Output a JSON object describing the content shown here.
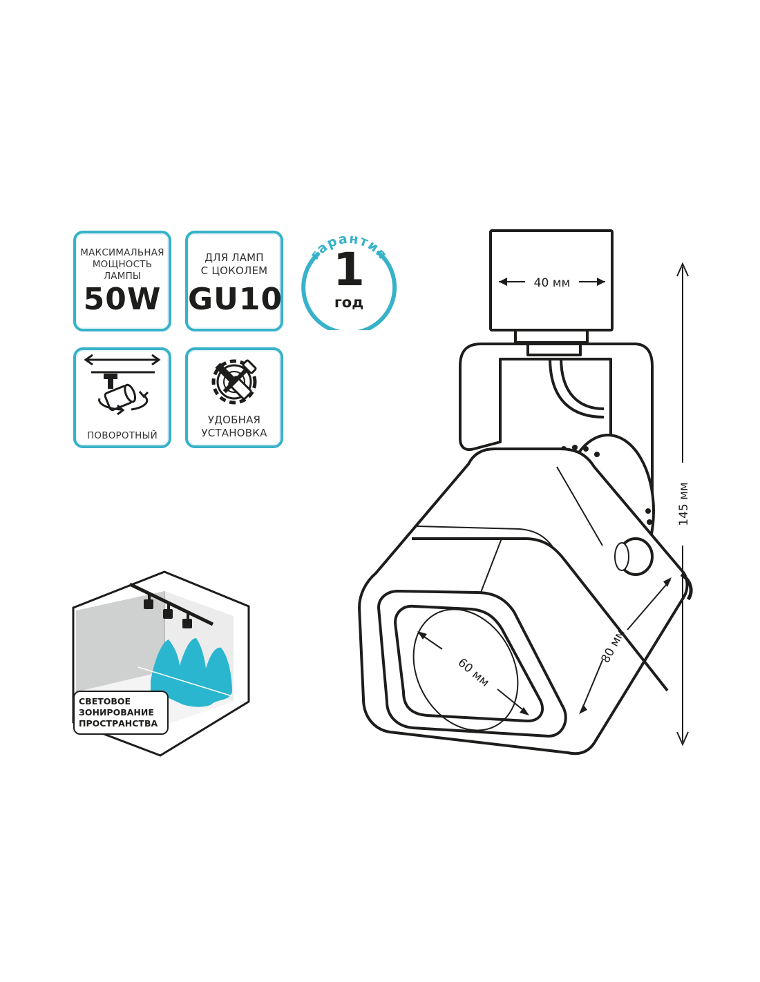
{
  "badges": {
    "power": {
      "caption_lines": [
        "МАКСИМАЛЬНАЯ",
        "МОЩНОСТЬ",
        "ЛАМПЫ"
      ],
      "value": "50W"
    },
    "socket": {
      "caption_lines": [
        "ДЛЯ ЛАМП",
        "С ЦОКОЛЕМ"
      ],
      "value": "GU10"
    },
    "rotary": {
      "caption": "ПОВОРОТНЫЙ"
    },
    "install": {
      "caption_lines": [
        "УДОБНАЯ",
        "УСТАНОВКА"
      ]
    }
  },
  "warranty": {
    "arc_text": "гарантия",
    "number": "1",
    "unit": "год"
  },
  "zoning": {
    "lines": [
      "СВЕТОВОЕ",
      "ЗОНИРОВАНИЕ",
      "ПРОСТРАНСТВА"
    ]
  },
  "dimensions": {
    "width_top": "40 мм",
    "height": "145 мм",
    "depth": "80 мм",
    "diameter": "60 мм"
  },
  "colors": {
    "accent": "#37b2c8",
    "light_fill": "#2bb6cf",
    "outline": "#1d1d1b",
    "wall": "#cfd1d1"
  },
  "icons": [
    "arrows-rotate-icon",
    "spotlight-icon",
    "gear-screwdriver-icon",
    "room-track-light-icon"
  ]
}
